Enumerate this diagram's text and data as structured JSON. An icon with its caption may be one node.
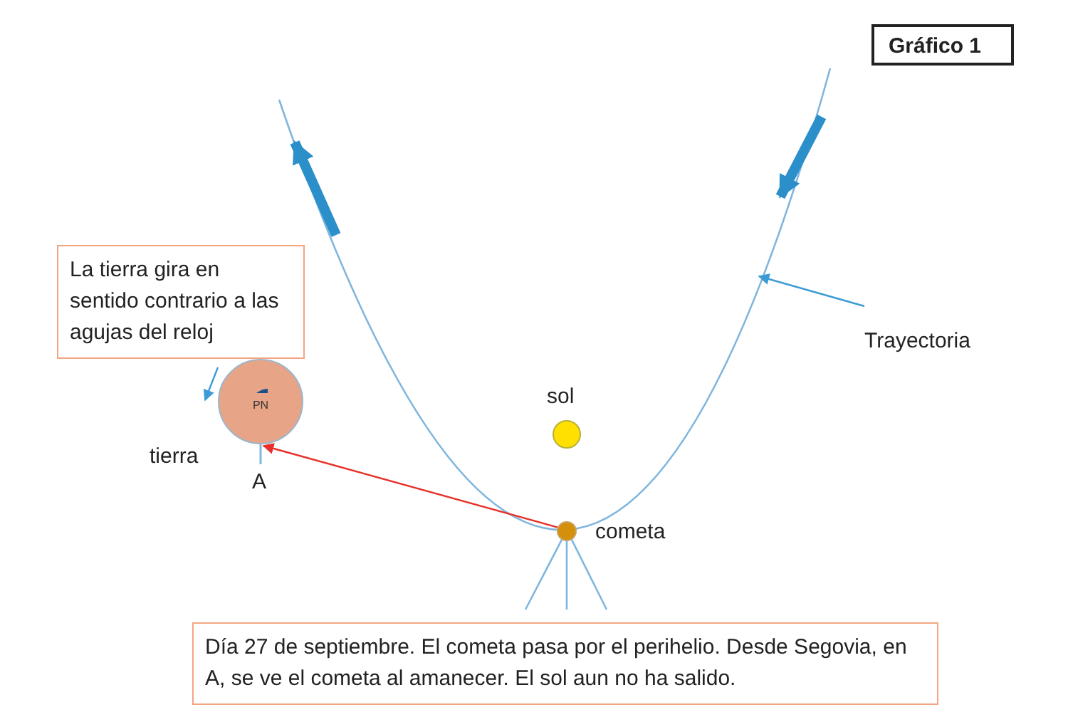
{
  "diagram": {
    "title": "Gráfico 1",
    "nodes": [
      {
        "text": [
          "La tierra gira en sentido contrario a las agujas del reloj"
        ]
      },
      {
        "text": [
          "PN"
        ],
        "beside": [
          "tierra"
        ]
      },
      {
        "text": [],
        "shape": "circle",
        "beside": [
          "cometa"
        ]
      },
      {
        "text": [],
        "shape": "circle",
        "beside": [
          "sol"
        ]
      },
      {
        "text": [
          "Día 27 de septiembre. El cometa pasa por el perihelio. Desde Segovia, en A, se ve el cometa al amanecer. El sol aun no ha salido."
        ]
      },
      {
        "text": [
          "Trayectoria"
        ]
      }
    ],
    "edges": [
      {
        "from": 2,
        "to": 1,
        "arrow": "to",
        "color": "#e8302a"
      },
      {
        "from": 5,
        "to": null,
        "arrow": "to",
        "color": "#3d9bd6"
      }
    ],
    "labels": [
      "A"
    ]
  }
}
